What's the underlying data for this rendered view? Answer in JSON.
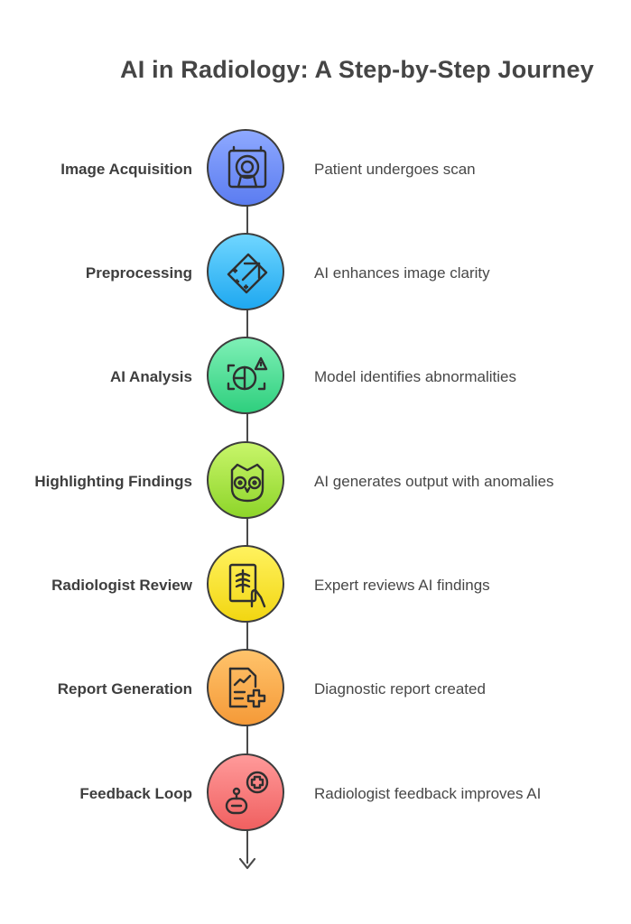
{
  "title": "AI in Radiology: A Step-by-Step Journey",
  "steps": [
    {
      "label": "Image Acquisition",
      "description": "Patient undergoes scan",
      "icon": "scanner-icon",
      "color_top": "#8ea9ff",
      "color_bottom": "#5b7cf0"
    },
    {
      "label": "Preprocessing",
      "description": "AI enhances image clarity",
      "icon": "enhance-icon",
      "color_top": "#6fd6ff",
      "color_bottom": "#1fa8f0"
    },
    {
      "label": "AI Analysis",
      "description": "Model identifies abnormalities",
      "icon": "analysis-warning-icon",
      "color_top": "#7ef0b6",
      "color_bottom": "#2fcf7e"
    },
    {
      "label": "Highlighting Findings",
      "description": "AI generates output with anomalies",
      "icon": "owl-icon",
      "color_top": "#c8f56a",
      "color_bottom": "#8ed52a"
    },
    {
      "label": "Radiologist Review",
      "description": "Expert reviews AI findings",
      "icon": "xray-hand-icon",
      "color_top": "#fff25e",
      "color_bottom": "#f2d612"
    },
    {
      "label": "Report Generation",
      "description": "Diagnostic report created",
      "icon": "medical-report-icon",
      "color_top": "#ffc36b",
      "color_bottom": "#f59a38"
    },
    {
      "label": "Feedback Loop",
      "description": "Radiologist feedback improves AI",
      "icon": "robot-medical-icon",
      "color_top": "#ff9a9a",
      "color_bottom": "#f06060"
    }
  ]
}
